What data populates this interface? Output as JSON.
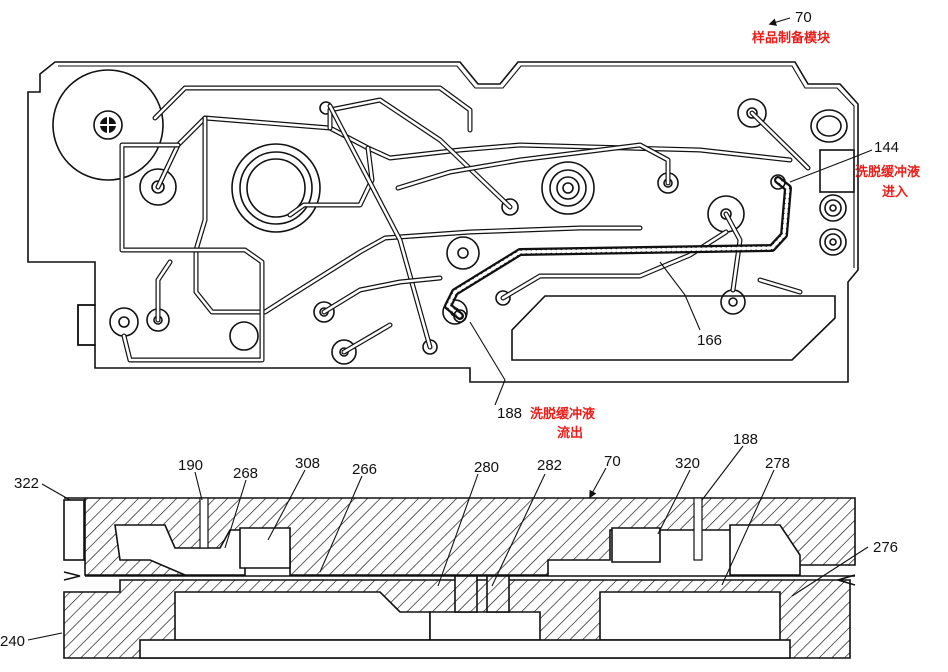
{
  "top_view": {
    "ref_module": "70",
    "module_caption": "样品制备模块",
    "ref_inlet": "144",
    "inlet_caption_line1": "洗脱缓冲液",
    "inlet_caption_line2": "进入",
    "ref_channel": "166",
    "ref_outlet": "188",
    "outlet_caption_line1": "洗脱缓冲液",
    "outlet_caption_line2": "流出"
  },
  "section_view": {
    "labels": [
      "322",
      "190",
      "268",
      "308",
      "266",
      "280",
      "282",
      "70",
      "320",
      "188",
      "278",
      "276",
      "240"
    ]
  },
  "colors": {
    "line": "#111111",
    "caption": "#e8201c",
    "background": "#ffffff"
  }
}
